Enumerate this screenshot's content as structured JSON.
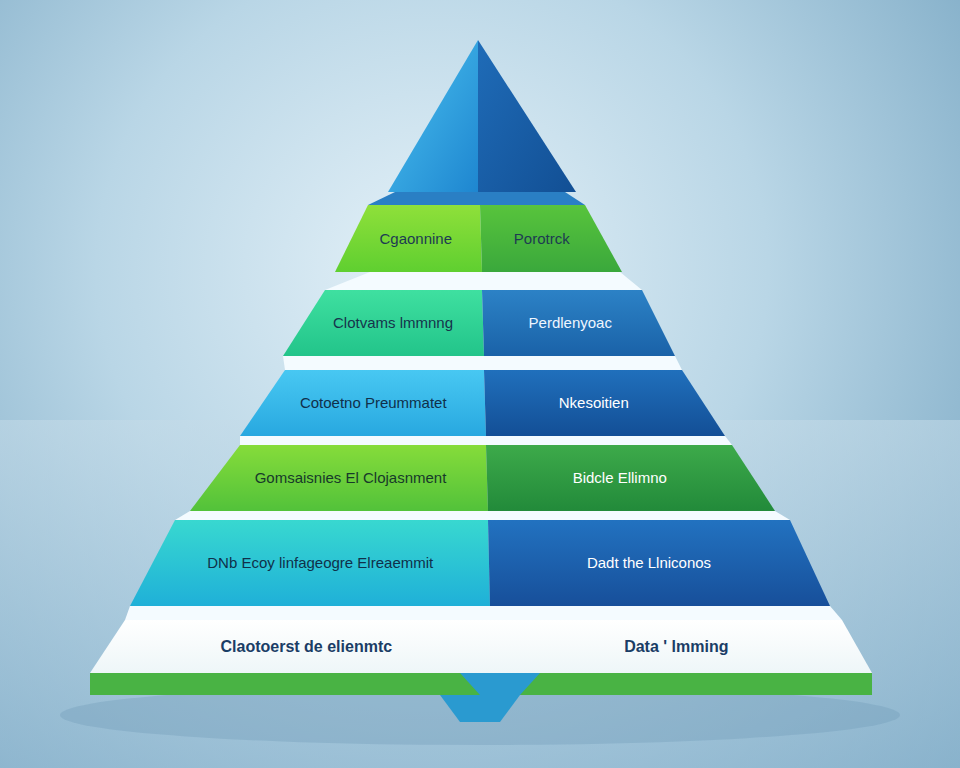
{
  "diagram": {
    "nodes": [
      {
        "text": [
          "Cgaonnine",
          "Porotrck"
        ]
      },
      {
        "text": [
          "Clotvams lmmnng",
          "Perdlenyoac"
        ]
      },
      {
        "text": [
          "Cotoetno Preummatet",
          "Nkesoitien"
        ]
      },
      {
        "text": [
          "Gomsaisnies El Clojasnment",
          "Bidcle Ellimno"
        ]
      },
      {
        "text": [
          "DNb Ecoy linfageogre Elreaemmit",
          "Dadt the Llniconos"
        ]
      },
      {
        "text": [
          "Claotoerst de elienmtc",
          "Data ' lmming"
        ]
      }
    ]
  }
}
